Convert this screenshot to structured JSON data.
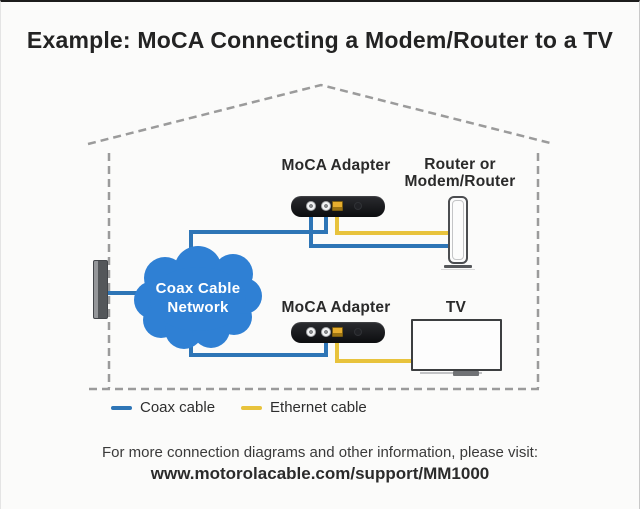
{
  "window": {
    "title": "Example: MoCA Connecting a Modem/Router to a TV"
  },
  "house": {
    "cloud": {
      "line1": "Coax Cable",
      "line2": "Network"
    },
    "top_branch": {
      "adapter_label": "MoCA Adapter",
      "device_label_line1": "Router or",
      "device_label_line2": "Modem/Router"
    },
    "bottom_branch": {
      "adapter_label": "MoCA Adapter",
      "device_label": "TV"
    }
  },
  "legend": {
    "items": [
      {
        "label": "Coax cable",
        "color": "#2e75b6",
        "icon": "coax-cable-swatch"
      },
      {
        "label": "Ethernet cable",
        "color": "#e8c33c",
        "icon": "ethernet-cable-swatch"
      }
    ]
  },
  "footer": {
    "line1": "For more connection diagrams and other information, please visit:",
    "line2": "www.motorolacable.com/support/MM1000"
  },
  "colors": {
    "coax_cable": "#2e75b6",
    "ethernet_cable": "#e8c33c",
    "cloud_fill": "#2f80d4",
    "house_outline": "#9b9b9b",
    "device_outline": "#4b4d50",
    "title_text": "#232323"
  }
}
